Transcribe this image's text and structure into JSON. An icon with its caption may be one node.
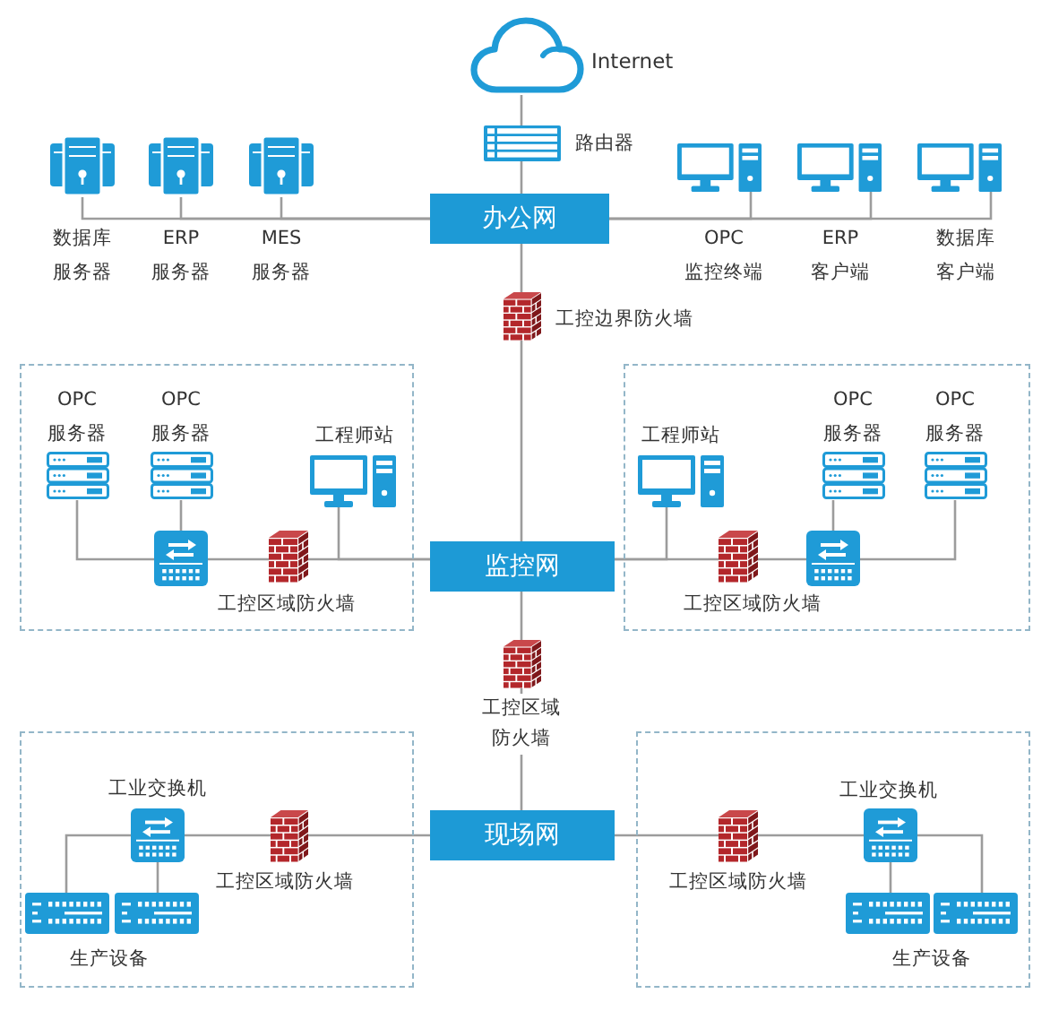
{
  "diagram": {
    "nodes": [
      {
        "text": [],
        "shape": "cloud",
        "beside": [
          "Internet"
        ]
      },
      {
        "text": [],
        "shape": "picture",
        "beside": [
          "路由器"
        ]
      },
      {
        "text": [],
        "shape": "picture",
        "beside": [
          "数据库服务器"
        ]
      },
      {
        "text": [],
        "shape": "picture",
        "beside": [
          "ERP 服务器"
        ]
      },
      {
        "text": [],
        "shape": "picture",
        "beside": [
          "MES 服务器"
        ]
      },
      {
        "text": [
          "办公网"
        ]
      },
      {
        "text": [],
        "shape": "picture",
        "beside": [
          "OPC 监控终端"
        ]
      },
      {
        "text": [],
        "shape": "picture",
        "beside": [
          "ERP 客户端"
        ]
      },
      {
        "text": [],
        "shape": "picture",
        "beside": [
          "数据库客户端"
        ]
      },
      {
        "text": [],
        "shape": "picture",
        "beside": [
          "工控边界防火墙"
        ]
      },
      {
        "text": [],
        "shape": "box"
      },
      {
        "text": [],
        "shape": "picture",
        "beside": [
          "OPC 服务器"
        ],
        "in": 10
      },
      {
        "text": [],
        "shape": "picture",
        "beside": [
          "OPC 服务器"
        ],
        "in": 10
      },
      {
        "text": [],
        "shape": "picture",
        "beside": [
          "工程师站"
        ],
        "in": 10
      },
      {
        "text": [],
        "shape": "picture",
        "in": 10
      },
      {
        "text": [],
        "shape": "picture",
        "beside": [
          "工控区域防火墙"
        ],
        "in": 10
      },
      {
        "text": [
          "监控网"
        ]
      },
      {
        "text": [],
        "shape": "box"
      },
      {
        "text": [],
        "shape": "picture",
        "beside": [
          "工程师站"
        ],
        "in": 17
      },
      {
        "text": [],
        "shape": "picture",
        "beside": [
          "OPC 服务器"
        ],
        "in": 17
      },
      {
        "text": [],
        "shape": "picture",
        "beside": [
          "OPC 服务器"
        ],
        "in": 17
      },
      {
        "text": [],
        "shape": "picture",
        "beside": [
          "工控区域防火墙"
        ],
        "in": 17
      },
      {
        "text": [],
        "shape": "picture",
        "in": 17
      },
      {
        "text": [],
        "shape": "picture",
        "beside": [
          "工控区域防火墙"
        ]
      },
      {
        "text": [],
        "shape": "box"
      },
      {
        "text": [],
        "shape": "picture",
        "beside": [
          "工业交换机"
        ],
        "in": 24
      },
      {
        "text": [],
        "shape": "picture",
        "beside": [
          "工控区域防火墙"
        ],
        "in": 24
      },
      {
        "text": [],
        "shape": "picture",
        "in": 24
      },
      {
        "text": [],
        "shape": "picture",
        "in": 24
      },
      {
        "text": [
          "现场网"
        ]
      },
      {
        "text": [],
        "shape": "box"
      },
      {
        "text": [],
        "shape": "picture",
        "beside": [
          "工控区域防火墙"
        ],
        "in": 30
      },
      {
        "text": [],
        "shape": "picture",
        "beside": [
          "工业交换机"
        ],
        "in": 30
      },
      {
        "text": [],
        "shape": "picture",
        "in": 30
      },
      {
        "text": [],
        "shape": "picture",
        "in": 30
      }
    ],
    "edges": [
      {
        "from": 0,
        "to": 1,
        "arrow": "none"
      },
      {
        "from": 1,
        "to": 5,
        "arrow": "none"
      },
      {
        "from": 2,
        "to": 5,
        "arrow": "none"
      },
      {
        "from": 3,
        "to": 5,
        "arrow": "none"
      },
      {
        "from": 4,
        "to": 5,
        "arrow": "none"
      },
      {
        "from": 5,
        "to": 6,
        "arrow": "none"
      },
      {
        "from": 5,
        "to": 7,
        "arrow": "none"
      },
      {
        "from": 5,
        "to": 8,
        "arrow": "none"
      },
      {
        "from": 5,
        "to": 9,
        "arrow": "none"
      },
      {
        "from": 9,
        "to": 16,
        "arrow": "none"
      },
      {
        "from": 11,
        "to": 14,
        "arrow": "none"
      },
      {
        "from": 12,
        "to": 14,
        "arrow": "none"
      },
      {
        "from": 14,
        "to": 15,
        "arrow": "none"
      },
      {
        "from": 15,
        "to": 16,
        "arrow": "none"
      },
      {
        "from": 13,
        "to": 16,
        "arrow": "none"
      },
      {
        "from": 16,
        "to": 18,
        "arrow": "none"
      },
      {
        "from": 16,
        "to": 21,
        "arrow": "none"
      },
      {
        "from": 21,
        "to": 22,
        "arrow": "none"
      },
      {
        "from": 22,
        "to": 19,
        "arrow": "none"
      },
      {
        "from": 22,
        "to": 20,
        "arrow": "none"
      },
      {
        "from": 16,
        "to": 23,
        "arrow": "none"
      },
      {
        "from": 23,
        "to": 29,
        "arrow": "none"
      },
      {
        "from": 29,
        "to": 26,
        "arrow": "none"
      },
      {
        "from": 26,
        "to": 25,
        "arrow": "none"
      },
      {
        "from": 25,
        "to": 27,
        "arrow": "none"
      },
      {
        "from": 25,
        "to": 28,
        "arrow": "none"
      },
      {
        "from": 29,
        "to": 31,
        "arrow": "none"
      },
      {
        "from": 31,
        "to": 32,
        "arrow": "none"
      },
      {
        "from": 32,
        "to": 33,
        "arrow": "none"
      },
      {
        "from": 32,
        "to": 34,
        "arrow": "none"
      }
    ],
    "labels": [
      "生产设备",
      "生产设备"
    ]
  }
}
